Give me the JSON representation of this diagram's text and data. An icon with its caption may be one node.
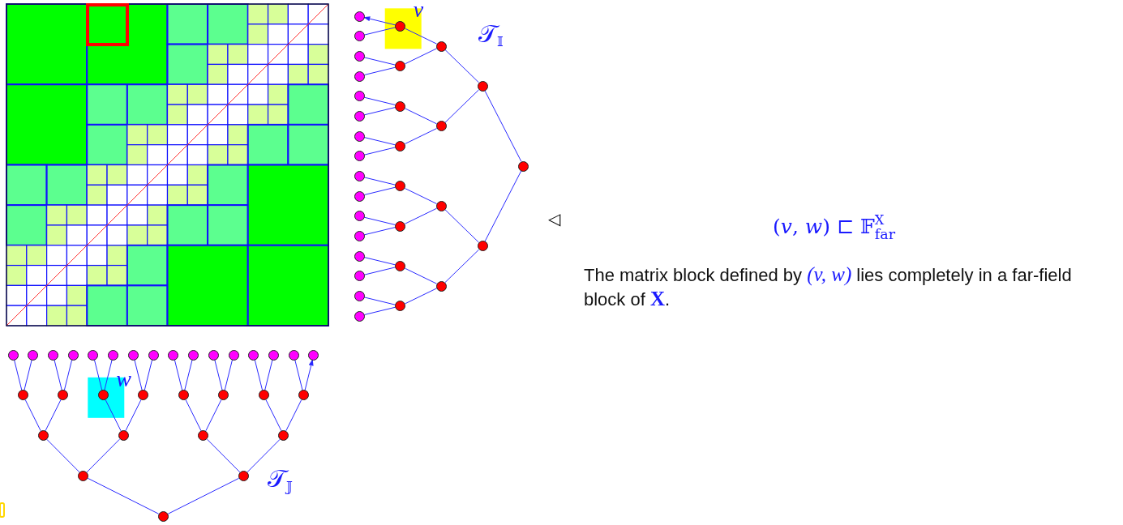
{
  "diagram": {
    "nodes": [
      {
        "text": [],
        "shape": "circle"
      },
      {
        "text": [],
        "shape": "circle"
      },
      {
        "text": [],
        "shape": "circle"
      },
      {
        "text": [],
        "shape": "circle"
      },
      {
        "text": [],
        "shape": "circle"
      },
      {
        "text": [],
        "shape": "circle"
      },
      {
        "text": [],
        "shape": "circle"
      },
      {
        "text": [],
        "shape": "circle"
      },
      {
        "text": [],
        "shape": "circle"
      },
      {
        "text": [],
        "shape": "circle"
      },
      {
        "text": [],
        "shape": "circle"
      },
      {
        "text": [],
        "shape": "circle"
      },
      {
        "text": [],
        "shape": "circle"
      },
      {
        "text": [],
        "shape": "circle"
      },
      {
        "text": [],
        "shape": "circle"
      },
      {
        "text": [],
        "shape": "circle"
      },
      {
        "text": [],
        "shape": "circle",
        "beside": [
          "v"
        ]
      },
      {
        "text": [],
        "shape": "circle"
      },
      {
        "text": [],
        "shape": "circle"
      },
      {
        "text": [],
        "shape": "circle"
      },
      {
        "text": [],
        "shape": "circle"
      },
      {
        "text": [],
        "shape": "circle"
      },
      {
        "text": [],
        "shape": "circle"
      },
      {
        "text": [],
        "shape": "circle"
      },
      {
        "text": [],
        "shape": "circle"
      },
      {
        "text": [],
        "shape": "circle"
      },
      {
        "text": [],
        "shape": "circle"
      },
      {
        "text": [],
        "shape": "circle"
      },
      {
        "text": [],
        "shape": "circle"
      },
      {
        "text": [],
        "shape": "circle"
      },
      {
        "text": [],
        "shape": "circle"
      },
      {
        "text": [],
        "shape": "circle"
      },
      {
        "text": [],
        "shape": "circle"
      },
      {
        "text": [],
        "shape": "circle"
      },
      {
        "text": [],
        "shape": "circle"
      },
      {
        "text": [],
        "shape": "circle"
      },
      {
        "text": [],
        "shape": "circle"
      },
      {
        "text": [],
        "shape": "circle"
      },
      {
        "text": [],
        "shape": "circle"
      },
      {
        "text": [],
        "shape": "circle"
      },
      {
        "text": [],
        "shape": "circle"
      },
      {
        "text": [],
        "shape": "circle"
      },
      {
        "text": [],
        "shape": "circle"
      },
      {
        "text": [],
        "shape": "circle"
      },
      {
        "text": [],
        "shape": "circle"
      },
      {
        "text": [],
        "shape": "circle"
      },
      {
        "text": [],
        "shape": "circle"
      },
      {
        "text": [],
        "shape": "circle"
      },
      {
        "text": [],
        "shape": "circle"
      },
      {
        "text": [],
        "shape": "circle",
        "beside": [
          "w"
        ]
      },
      {
        "text": [],
        "shape": "circle"
      },
      {
        "text": [],
        "shape": "circle"
      },
      {
        "text": [],
        "shape": "circle"
      },
      {
        "text": [],
        "shape": "circle"
      },
      {
        "text": [],
        "shape": "circle"
      },
      {
        "text": [],
        "shape": "circle"
      },
      {
        "text": [],
        "shape": "circle"
      },
      {
        "text": [],
        "shape": "circle"
      },
      {
        "text": [],
        "shape": "circle"
      },
      {
        "text": [],
        "shape": "circle"
      },
      {
        "text": [],
        "shape": "circle"
      },
      {
        "text": [],
        "shape": "circle"
      }
    ],
    "edges": [
      {
        "from": 16,
        "to": 0,
        "arrow": "to"
      },
      {
        "from": 16,
        "to": 1,
        "arrow": "none"
      },
      {
        "from": 17,
        "to": 2,
        "arrow": "none"
      },
      {
        "from": 17,
        "to": 3,
        "arrow": "none"
      },
      {
        "from": 18,
        "to": 4,
        "arrow": "none"
      },
      {
        "from": 18,
        "to": 5,
        "arrow": "none"
      },
      {
        "from": 19,
        "to": 6,
        "arrow": "none"
      },
      {
        "from": 19,
        "to": 7,
        "arrow": "none"
      },
      {
        "from": 20,
        "to": 8,
        "arrow": "none"
      },
      {
        "from": 20,
        "to": 9,
        "arrow": "none"
      },
      {
        "from": 21,
        "to": 10,
        "arrow": "none"
      },
      {
        "from": 21,
        "to": 11,
        "arrow": "none"
      },
      {
        "from": 22,
        "to": 12,
        "arrow": "none"
      },
      {
        "from": 22,
        "to": 13,
        "arrow": "none"
      },
      {
        "from": 23,
        "to": 14,
        "arrow": "none"
      },
      {
        "from": 23,
        "to": 15,
        "arrow": "none"
      },
      {
        "from": 24,
        "to": 16,
        "arrow": "none"
      },
      {
        "from": 24,
        "to": 17,
        "arrow": "none"
      },
      {
        "from": 25,
        "to": 18,
        "arrow": "none"
      },
      {
        "from": 25,
        "to": 19,
        "arrow": "none"
      },
      {
        "from": 26,
        "to": 20,
        "arrow": "none"
      },
      {
        "from": 26,
        "to": 21,
        "arrow": "none"
      },
      {
        "from": 27,
        "to": 22,
        "arrow": "none"
      },
      {
        "from": 27,
        "to": 23,
        "arrow": "none"
      },
      {
        "from": 28,
        "to": 24,
        "arrow": "none"
      },
      {
        "from": 28,
        "to": 25,
        "arrow": "none"
      },
      {
        "from": 29,
        "to": 26,
        "arrow": "none"
      },
      {
        "from": 29,
        "to": 27,
        "arrow": "none"
      },
      {
        "from": 30,
        "to": 28,
        "arrow": "none"
      },
      {
        "from": 30,
        "to": 29,
        "arrow": "none"
      },
      {
        "from": 47,
        "to": 31,
        "arrow": "none"
      },
      {
        "from": 47,
        "to": 32,
        "arrow": "none"
      },
      {
        "from": 48,
        "to": 33,
        "arrow": "none"
      },
      {
        "from": 48,
        "to": 34,
        "arrow": "none"
      },
      {
        "from": 49,
        "to": 35,
        "arrow": "none"
      },
      {
        "from": 49,
        "to": 36,
        "arrow": "none"
      },
      {
        "from": 50,
        "to": 37,
        "arrow": "none"
      },
      {
        "from": 50,
        "to": 38,
        "arrow": "none"
      },
      {
        "from": 51,
        "to": 39,
        "arrow": "none"
      },
      {
        "from": 51,
        "to": 40,
        "arrow": "none"
      },
      {
        "from": 52,
        "to": 41,
        "arrow": "none"
      },
      {
        "from": 52,
        "to": 42,
        "arrow": "none"
      },
      {
        "from": 53,
        "to": 43,
        "arrow": "none"
      },
      {
        "from": 53,
        "to": 44,
        "arrow": "none"
      },
      {
        "from": 54,
        "to": 45,
        "arrow": "none"
      },
      {
        "from": 54,
        "to": 46,
        "arrow": "to"
      },
      {
        "from": 55,
        "to": 47,
        "arrow": "none"
      },
      {
        "from": 55,
        "to": 48,
        "arrow": "none"
      },
      {
        "from": 56,
        "to": 49,
        "arrow": "none"
      },
      {
        "from": 56,
        "to": 50,
        "arrow": "none"
      },
      {
        "from": 57,
        "to": 51,
        "arrow": "none"
      },
      {
        "from": 57,
        "to": 52,
        "arrow": "none"
      },
      {
        "from": 58,
        "to": 53,
        "arrow": "none"
      },
      {
        "from": 58,
        "to": 54,
        "arrow": "none"
      },
      {
        "from": 59,
        "to": 55,
        "arrow": "none"
      },
      {
        "from": 59,
        "to": 56,
        "arrow": "none"
      },
      {
        "from": 60,
        "to": 57,
        "arrow": "none"
      },
      {
        "from": 60,
        "to": 58,
        "arrow": "none"
      },
      {
        "from": 61,
        "to": 59,
        "arrow": "none"
      },
      {
        "from": 61,
        "to": 60,
        "arrow": "none"
      }
    ],
    "labels": [
      "𝒯$_{𝕀}$",
      "𝒯$_{𝕁}$",
      "◁",
      "(*v*, *w*) ⊏ 𝔽$^{X}$$_{far}$",
      "The matrix block defined by *(v, w)* lies completely in a far-field block of **X**."
    ]
  }
}
